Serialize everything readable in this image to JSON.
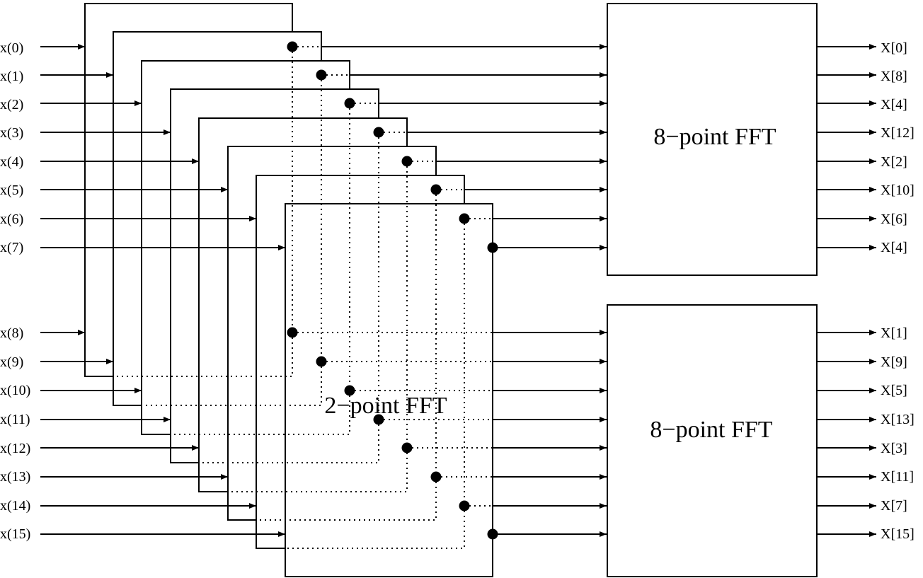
{
  "inputs": [
    "x(0)",
    "x(1)",
    "x(2)",
    "x(3)",
    "x(4)",
    "x(5)",
    "x(6)",
    "x(7)",
    "x(8)",
    "x(9)",
    "x(10)",
    "x(11)",
    "x(12)",
    "x(13)",
    "x(14)",
    "x(15)"
  ],
  "butterfly_label": "2−point FFT",
  "fft_top": {
    "label": "8−point FFT",
    "outputs": [
      "X[0]",
      "X[8]",
      "X[4]",
      "X[12]",
      "X[2]",
      "X[10]",
      "X[6]",
      "X[4]"
    ]
  },
  "fft_bottom": {
    "label": "8−point FFT",
    "outputs": [
      "X[1]",
      "X[9]",
      "X[5]",
      "X[13]",
      "X[3]",
      "X[11]",
      "X[7]",
      "X[15]"
    ]
  },
  "colors": {
    "ink": "#000000",
    "paper": "#ffffff"
  }
}
